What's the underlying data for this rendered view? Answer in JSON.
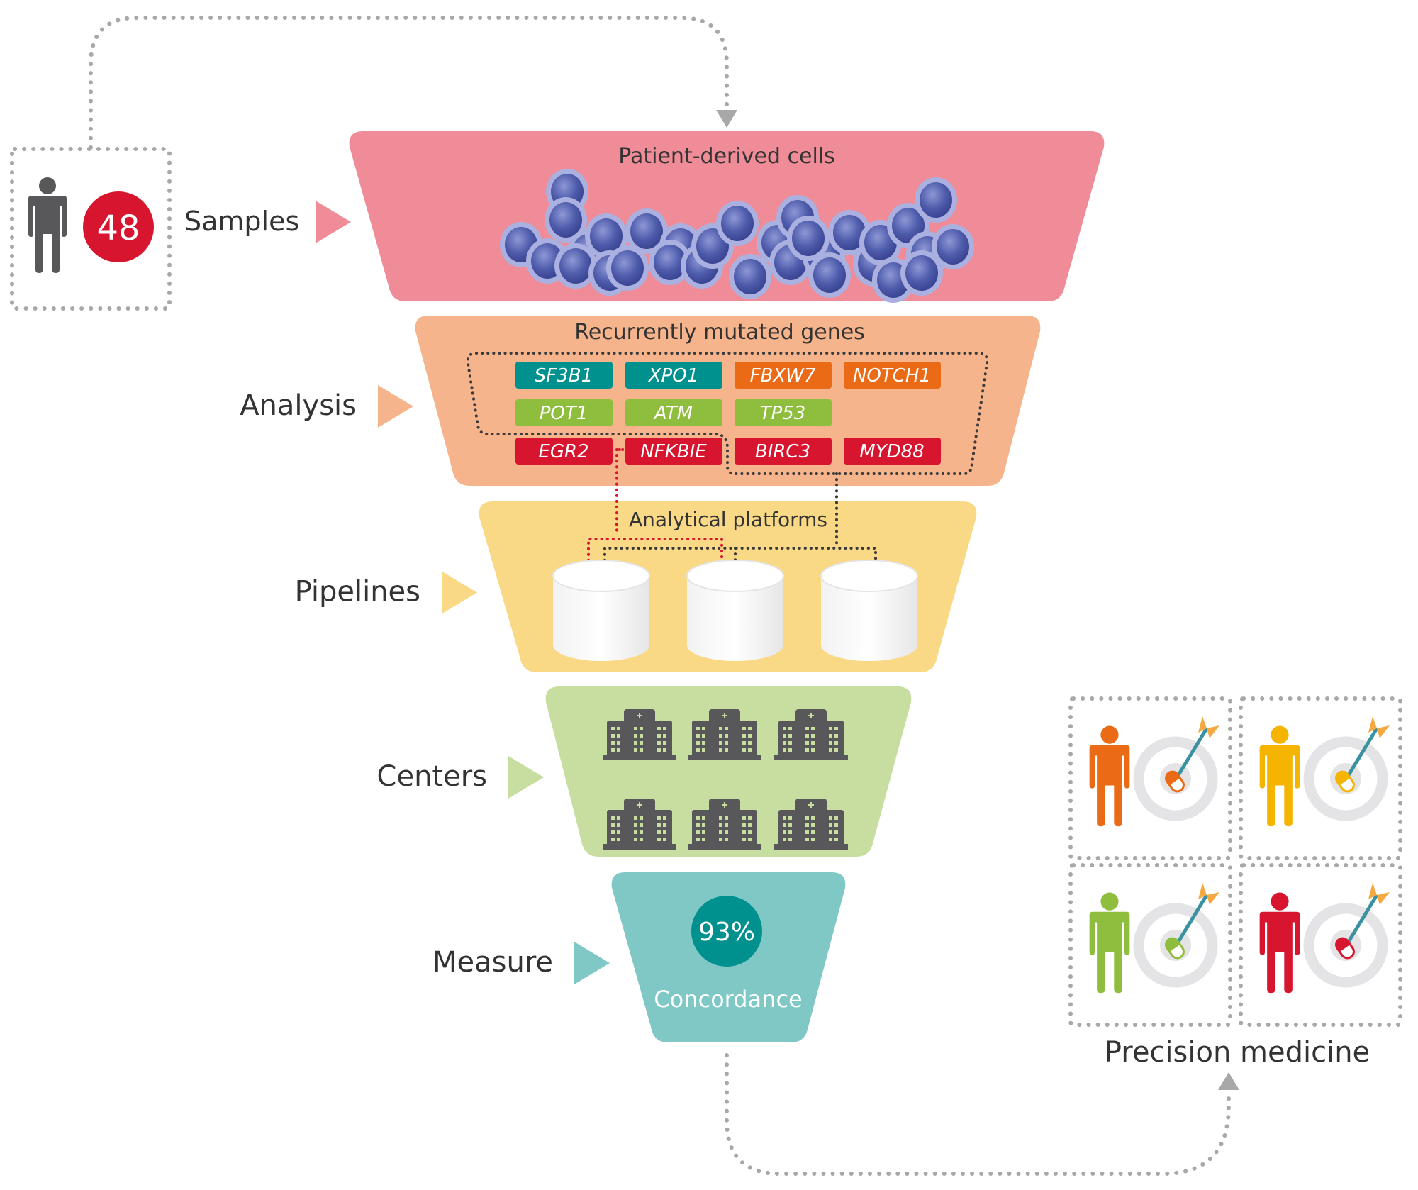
{
  "samples": {
    "count": "48",
    "label": "Samples"
  },
  "stages": [
    {
      "label": "Samples",
      "title": "Patient-derived cells",
      "color": "#ef8c97"
    },
    {
      "label": "Analysis",
      "title": "Recurrently mutated genes",
      "color": "#f6b48c"
    },
    {
      "label": "Pipelines",
      "title": "Analytical platforms",
      "color": "#f9d986"
    },
    {
      "label": "Centers",
      "title": "",
      "color": "#c8dea0"
    },
    {
      "label": "Measure",
      "title": "Concordance",
      "color": "#80c8c6"
    }
  ],
  "genes": [
    {
      "name": "SF3B1",
      "color": "#00918f"
    },
    {
      "name": "XPO1",
      "color": "#00918f"
    },
    {
      "name": "FBXW7",
      "color": "#ea6a16"
    },
    {
      "name": "NOTCH1",
      "color": "#ea6a16"
    },
    {
      "name": "POT1",
      "color": "#8fbd3e"
    },
    {
      "name": "ATM",
      "color": "#8fbd3e"
    },
    {
      "name": "TP53",
      "color": "#8fbd3e"
    },
    {
      "name": "EGR2",
      "color": "#d7152f"
    },
    {
      "name": "NFKBIE",
      "color": "#d7152f"
    },
    {
      "name": "BIRC3",
      "color": "#d7152f"
    },
    {
      "name": "MYD88",
      "color": "#d7152f"
    }
  ],
  "platforms_count": 3,
  "centers_count": 6,
  "measure": {
    "value": "93%",
    "label": "Concordance"
  },
  "precision": {
    "label": "Precision medicine",
    "patients": [
      {
        "color": "#ea6a16"
      },
      {
        "color": "#f4b400"
      },
      {
        "color": "#8fbd3e"
      },
      {
        "color": "#d7152f"
      }
    ]
  },
  "icons": {
    "person": "person-icon",
    "cell": "cell-icon",
    "database": "database-icon",
    "hospital": "hospital-icon",
    "target": "target-icon",
    "pill": "pill-icon",
    "arrow": "dart-arrow-icon"
  }
}
